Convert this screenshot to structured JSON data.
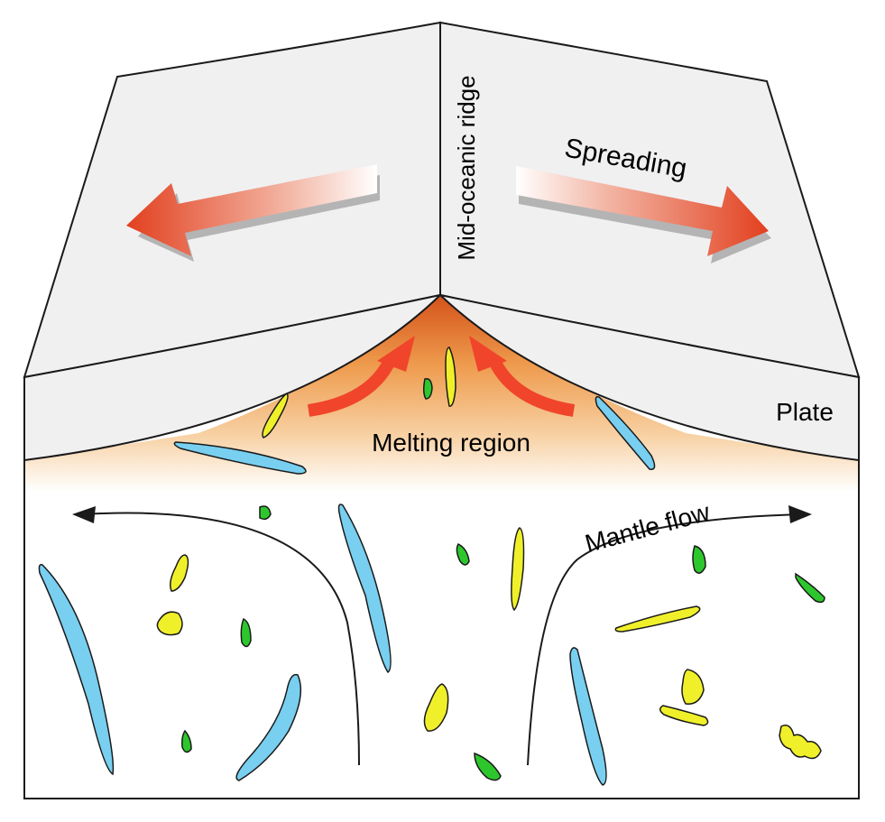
{
  "labels": {
    "ridge": "Mid-oceanic ridge",
    "spreading": "Spreading",
    "plate": "Plate",
    "melting": "Melting region",
    "mantle_flow": "Mantle flow"
  },
  "colors": {
    "plate_fill": "#f0f0f1",
    "outline": "#1a1a1a",
    "spreading_arrow": "#e8472a",
    "melt_top": "#d9541a",
    "melt_mid": "#f0a657",
    "upwelling_arrow": "#f0452a",
    "blue_inclusion": "#78cff0",
    "green_inclusion": "#2dc72d",
    "yellow_inclusion": "#f0f02a"
  }
}
